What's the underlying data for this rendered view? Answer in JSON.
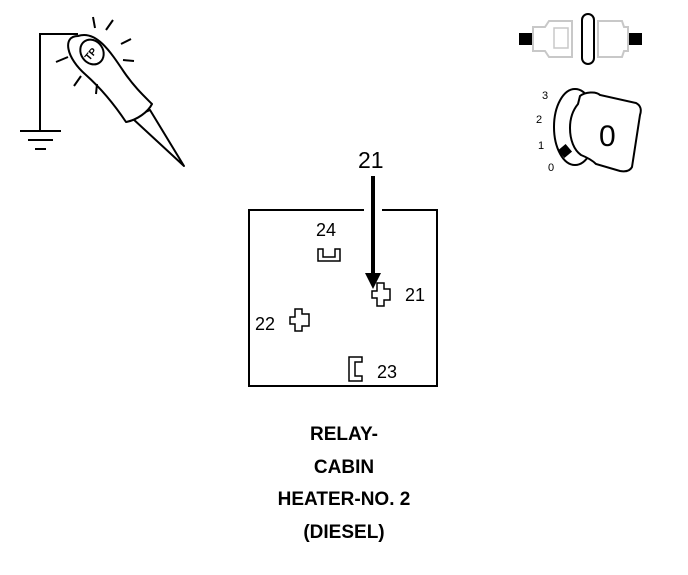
{
  "diagram": {
    "probe_label": "TP",
    "pointer_pin": "21",
    "pins": {
      "p24": "24",
      "p21": "21",
      "p22": "22",
      "p23": "23"
    },
    "ignition_positions": [
      "3",
      "2",
      "1",
      "0"
    ],
    "ignition_current": "0",
    "caption_lines": [
      "RELAY-",
      "CABIN",
      "HEATER-NO. 2",
      "(DIESEL)"
    ]
  }
}
